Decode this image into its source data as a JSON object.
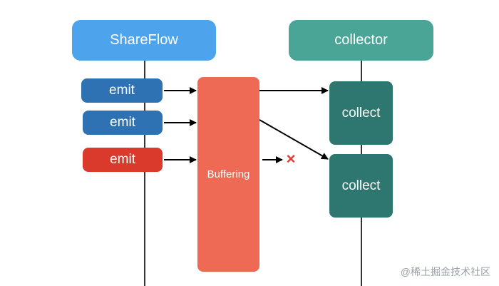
{
  "colors": {
    "shareflow": "#4da3ec",
    "collector": "#4aa596",
    "emit_blue": "#2f72b3",
    "emit_red": "#d93a2b",
    "buffer": "#ee6a55",
    "collect": "#2e7770",
    "line": "#000000",
    "drop_x": "#e53935"
  },
  "shareflow": {
    "label": "ShareFlow"
  },
  "collector": {
    "label": "collector"
  },
  "emits": [
    {
      "label": "emit"
    },
    {
      "label": "emit"
    },
    {
      "label": "emit"
    }
  ],
  "buffer": {
    "label": "Buffering"
  },
  "collects": [
    {
      "label": "collect"
    },
    {
      "label": "collect"
    }
  ],
  "drop_marker": {
    "symbol": "×"
  },
  "watermark": {
    "text": "@稀土掘金技术社区"
  }
}
